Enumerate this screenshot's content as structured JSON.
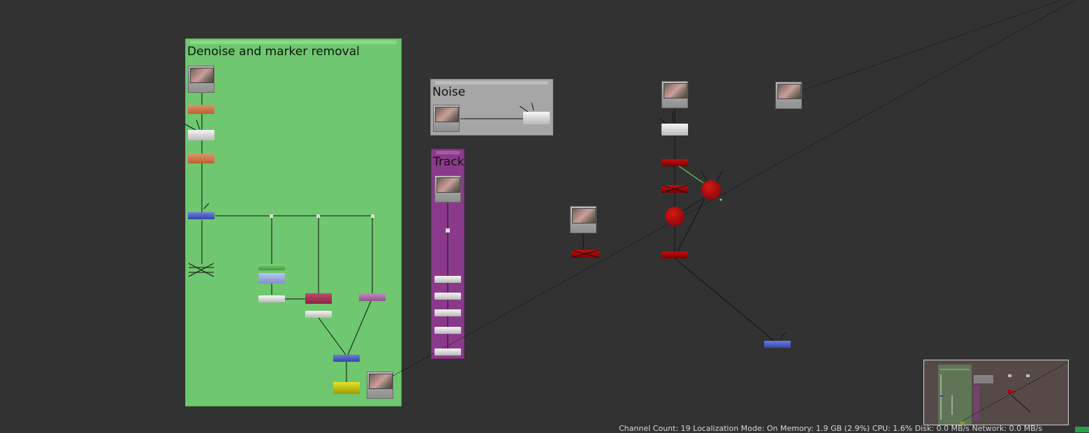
{
  "backdrops": {
    "denoise": {
      "label": "Denoise and marker removal",
      "color": "#6fc76f"
    },
    "noise": {
      "label": "Noise",
      "color": "#a6a6a6"
    },
    "track": {
      "label": "Track",
      "color": "#8b3a8b"
    }
  },
  "status_bar": {
    "text": "Channel Count: 19  Localization Mode: On  Memory: 1.9 GB (2.9%)  CPU: 1.6%  Disk: 0.0 MB/s  Network: 0.0 MB/s"
  },
  "colors": {
    "canvas": "#323232",
    "denoise_backdrop": "#6fc76f",
    "noise_backdrop": "#a6a6a6",
    "track_backdrop": "#8b3a8b",
    "accent_red": "#a00000",
    "status_indicator": "#25a04a"
  }
}
